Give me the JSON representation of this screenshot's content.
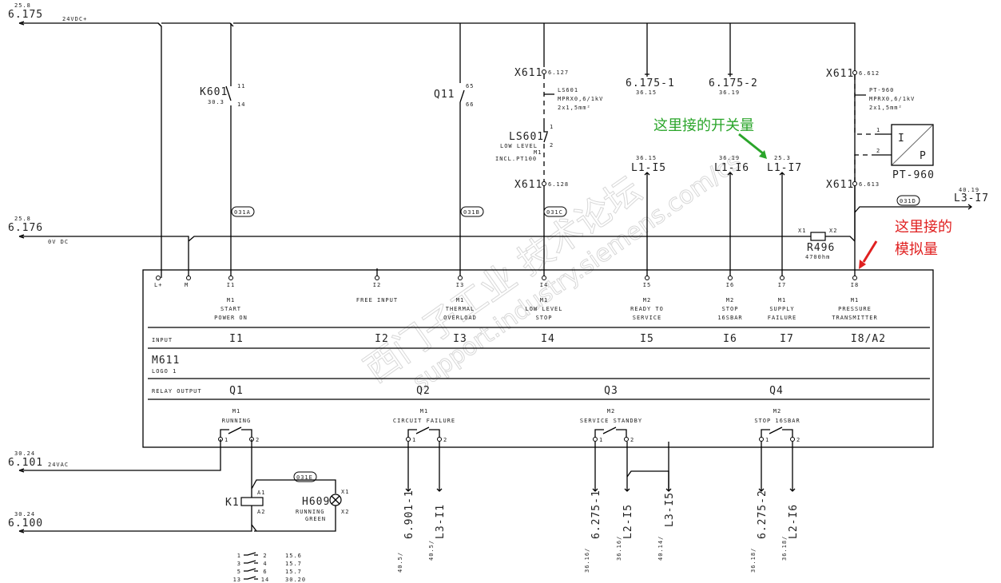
{
  "rails": {
    "top": {
      "ref": "25.8",
      "id": "6.175",
      "label": "24VDC+"
    },
    "zero": {
      "ref": "25.8",
      "id": "6.176",
      "label": "0V DC"
    },
    "vac_a": {
      "ref": "30.24",
      "id": "6.101",
      "label": "24VAC"
    },
    "vac_b": {
      "ref": "30.24",
      "id": "6.100"
    }
  },
  "k601": {
    "name": "K601",
    "ref": "30.3",
    "pin_a": "11",
    "pin_b": "14"
  },
  "q11": {
    "name": "Q11",
    "pin_a": "65",
    "pin_b": "66"
  },
  "ls601": {
    "terminal_top": "X611",
    "terminal_top_no": "6.127",
    "cable": [
      "LS601",
      "MPRX0,6/1kV",
      "2x1,5mm²"
    ],
    "name": "LS601",
    "pin_a": "1",
    "pin_b": "2",
    "desc": [
      "LOW LEVEL",
      "M1",
      "INCL.PT100"
    ],
    "terminal_bot": "X611",
    "terminal_bot_no": "6.128"
  },
  "links_top": [
    {
      "id": "6.175-1",
      "ref": "36.15"
    },
    {
      "id": "6.175-2",
      "ref": "36.19"
    }
  ],
  "links_mid": [
    {
      "id": "L1-I5",
      "ref": "36.15"
    },
    {
      "id": "L1-I6",
      "ref": "36.19"
    },
    {
      "id": "L1-I7",
      "ref": "25.3"
    }
  ],
  "pt960": {
    "terminal_top": "X611",
    "terminal_top_no": "6.612",
    "cable": [
      "PT-960",
      "MPRX0,6/1kV",
      "2x1,5mm²"
    ],
    "pin_a": "1",
    "pin_b": "2",
    "in": "I",
    "out": "P",
    "name": "PT-960",
    "terminal_bot": "X611",
    "terminal_bot_no": "6.613",
    "link": {
      "id": "L3-I7",
      "ref": "40.19"
    }
  },
  "r496": {
    "name": "R496",
    "value": "4700hm",
    "pin_a": "X1",
    "pin_b": "X2"
  },
  "wire_tags": [
    "031A",
    "031B",
    "031C",
    "031D",
    "031E"
  ],
  "plc": {
    "name": "M611",
    "model": "LOGO 1",
    "input_label": "INPUT",
    "output_label": "RELAY OUTPUT",
    "power_pins": [
      "L+",
      "M"
    ],
    "inputs": [
      {
        "pin": "I1",
        "desc": [
          "M1",
          "START",
          "POWER ON"
        ],
        "label": "I1"
      },
      {
        "pin": "I2",
        "desc": [
          "FREE INPUT"
        ],
        "label": "I2"
      },
      {
        "pin": "I3",
        "desc": [
          "M1",
          "THERMAL",
          "OVERLOAD"
        ],
        "label": "I3"
      },
      {
        "pin": "I4",
        "desc": [
          "M1",
          "LOW LEVEL",
          "STOP"
        ],
        "label": "I4"
      },
      {
        "pin": "I5",
        "desc": [
          "M2",
          "READY TO",
          "SERVICE"
        ],
        "label": "I5"
      },
      {
        "pin": "I6",
        "desc": [
          "M2",
          "STOP",
          "16SBAR"
        ],
        "label": "I6"
      },
      {
        "pin": "I7",
        "desc": [
          "M1",
          "SUPPLY",
          "FAILURE"
        ],
        "label": "I7"
      },
      {
        "pin": "I8",
        "desc": [
          "M1",
          "PRESSURE",
          "TRANSMITTER"
        ],
        "label": "I8/A2"
      }
    ],
    "outputs": [
      {
        "label": "Q1",
        "desc": [
          "M1",
          "RUNNING"
        ]
      },
      {
        "label": "Q2",
        "desc": [
          "M1",
          "CIRCUIT FAILURE"
        ]
      },
      {
        "label": "Q3",
        "desc": [
          "M2",
          "SERVICE STANDBY"
        ]
      },
      {
        "label": "Q4",
        "desc": [
          "M2",
          "STOP 16SBAR"
        ]
      }
    ],
    "contact_pins": [
      "1",
      "2"
    ]
  },
  "k1": {
    "name": "K1",
    "pin_a": "A1",
    "pin_b": "A2"
  },
  "h609": {
    "name": "H609",
    "desc": [
      "RUNNING",
      "GREEN"
    ],
    "pin_a": "X1",
    "pin_b": "X2"
  },
  "out_links": [
    {
      "ref": "40.5/",
      "id": "6.901-1"
    },
    {
      "ref": "40.5/",
      "id": "L3-I1"
    },
    {
      "ref": "36.16/",
      "id": "6.275-1"
    },
    {
      "ref": "36.16/",
      "id": "L2-I5"
    },
    {
      "ref": "40.14/",
      "id": "L3-I5"
    },
    {
      "ref": "36.18/",
      "id": "6.275-2"
    },
    {
      "ref": "36.18/",
      "id": "L2-I6"
    }
  ],
  "contact_table": [
    {
      "a": "1",
      "b": "2",
      "ref": "15.6"
    },
    {
      "a": "3",
      "b": "4",
      "ref": "15.7"
    },
    {
      "a": "5",
      "b": "6",
      "ref": "15.7"
    },
    {
      "a": "13",
      "b": "14",
      "ref": "30.20"
    }
  ],
  "annotations": {
    "digital": {
      "text": "这里接的开关量",
      "color": "#2aa52a"
    },
    "analog": {
      "lines": [
        "这里接的",
        "模拟量"
      ],
      "color": "#e02020"
    }
  },
  "watermark": {
    "cn": "西门子工业 技术论坛",
    "url": "support.industry.siemens.com/cs"
  }
}
